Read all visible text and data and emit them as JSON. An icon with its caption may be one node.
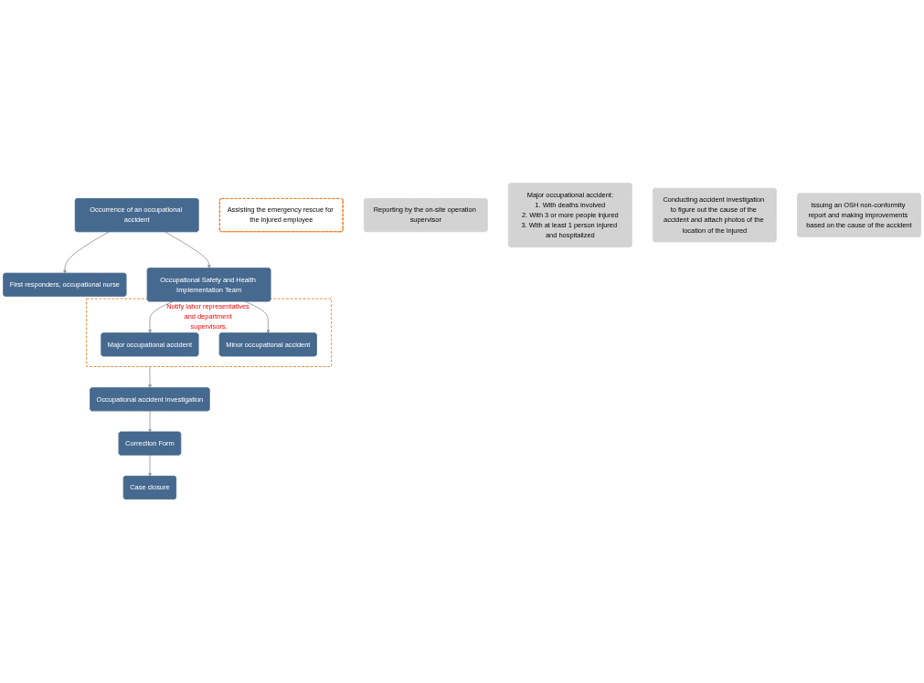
{
  "diagram": {
    "nodes": [
      {
        "text": [
          "Occurrence of an occupational accident"
        ]
      },
      {
        "text": [
          "First responders, occupational nurse"
        ]
      },
      {
        "text": [
          "Assisting the emergency rescue for the injured employee"
        ]
      },
      {
        "text": [
          "Reporting by the on-site operation supervisor"
        ]
      },
      {
        "text": [
          "Occupational Safety and Health Implementation Team"
        ]
      },
      {
        "text": [
          "Major occupational accident:",
          "1. With deaths involved",
          "2. With 3 or more people injured",
          "3. With at least 1 person injured and hospitalized"
        ]
      },
      {
        "text": [],
        "shape": "box",
        "beside": [
          "Notify labor representatives and department supervisors."
        ]
      },
      {
        "text": [
          "Major occupational accident"
        ],
        "in": 6
      },
      {
        "text": [
          "Minor occupational accident"
        ],
        "in": 6
      },
      {
        "text": [
          "Occupational accident investigation"
        ]
      },
      {
        "text": [
          "Conducting accident investigation to figure out the cause of the accident and attach photos of the location of the injured"
        ]
      },
      {
        "text": [
          "Issuing an OSH non-conformity report and making improvements based on the cause of the accident"
        ]
      },
      {
        "text": [
          "Correction Form"
        ]
      },
      {
        "text": [
          "Case closure"
        ]
      }
    ],
    "edges": [
      {
        "from": 0,
        "to": 1,
        "arrow": "to"
      },
      {
        "from": 0,
        "to": 4,
        "arrow": "to"
      },
      {
        "from": 4,
        "to": 7,
        "arrow": "to"
      },
      {
        "from": 4,
        "to": 8,
        "arrow": "to"
      },
      {
        "from": 6,
        "to": 9,
        "arrow": "to"
      },
      {
        "from": 9,
        "to": 12,
        "arrow": "to"
      },
      {
        "from": 12,
        "to": 13,
        "arrow": "to"
      }
    ]
  }
}
